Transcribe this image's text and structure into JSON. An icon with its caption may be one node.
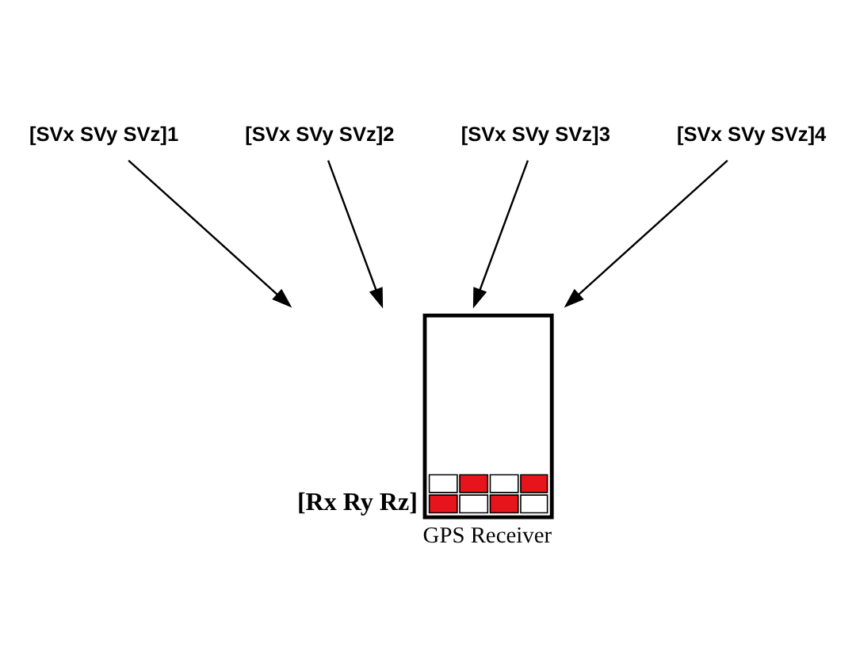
{
  "diagram": {
    "nodes": [
      {
        "text": [
          "[SVx SVy SVz]1"
        ]
      },
      {
        "text": [
          "[SVx SVy SVz]2"
        ]
      },
      {
        "text": [
          "[SVx SVy SVz]3"
        ]
      },
      {
        "text": [
          "[SVx SVy SVz]4"
        ]
      },
      {
        "text": [
          "GPS Receiver"
        ],
        "beside": [
          "[Rx Ry Rz]"
        ]
      }
    ],
    "edges": [
      {
        "from": 0,
        "to": 4,
        "arrow": "to"
      },
      {
        "from": 1,
        "to": 4,
        "arrow": "to"
      },
      {
        "from": 2,
        "to": 4,
        "arrow": "to"
      },
      {
        "from": 3,
        "to": 4,
        "arrow": "to"
      }
    ]
  }
}
